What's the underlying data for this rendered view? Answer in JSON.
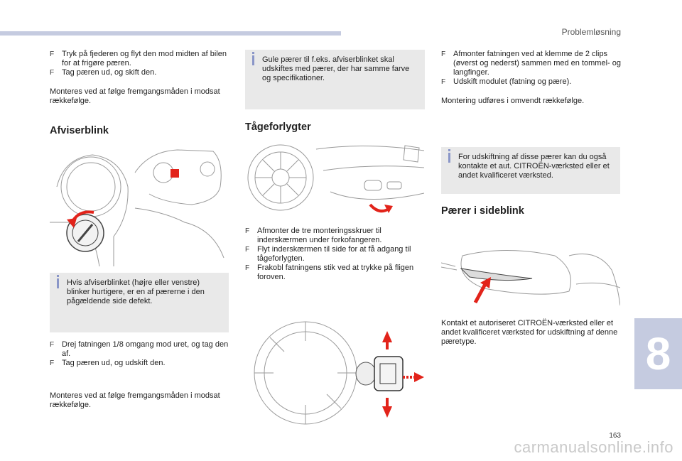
{
  "header": {
    "section_title": "Problemløsning"
  },
  "footer": {
    "page_number": "163",
    "chapter": "8",
    "watermark": "carmanualsonline.info"
  },
  "col1": {
    "steps_top": [
      "Tryk på fjederen og flyt den mod midten af bilen for at frigøre pæren.",
      "Tag pæren ud, og skift den."
    ],
    "para_top": "Monteres ved at følge fremgangsmåden i modsat rækkefølge.",
    "heading": "Afviserblink",
    "info": "Hvis afviserblinket (højre eller venstre) blinker hurtigere, er en af pærerne i den pågældende side defekt.",
    "steps_bottom": [
      "Drej fatningen 1/8 omgang mod uret, og tag den af.",
      "Tag pæren ud, og udskift den."
    ],
    "para_bottom": "Monteres ved at følge fremgangsmåden i modsat rækkefølge."
  },
  "col2": {
    "info": "Gule pærer til f.eks. afviserblinket skal udskiftes med pærer, der har samme farve og specifikationer.",
    "heading": "Tågeforlygter",
    "steps": [
      "Afmonter de tre monteringsskruer til inderskærmen under forkofangeren.",
      "Flyt inderskærmen til side for at få adgang til tågeforlygten.",
      "Frakobl fatningens stik ved at trykke på fligen foroven."
    ]
  },
  "col3": {
    "steps": [
      "Afmonter fatningen ved at klemme de 2 clips (øverst og nederst) sammen med en tommel- og langfinger.",
      "Udskift modulet (fatning og pære)."
    ],
    "para": "Montering udføres i omvendt rækkefølge.",
    "info": "For udskiftning af disse pærer kan du også kontakte et aut. CITROËN-værksted eller et andet kvalificeret værksted.",
    "heading": "Pærer i sideblink",
    "para_bottom": "Kontakt et autoriseret CITROËN-værksted eller et andet kvalificeret værksted for udskiftning af denne pæretype."
  },
  "colors": {
    "accent": "#c5cbe0",
    "info_bg": "#e9e9e9",
    "arrow_red": "#e2231a"
  },
  "icons": {
    "step_marker": "F"
  }
}
